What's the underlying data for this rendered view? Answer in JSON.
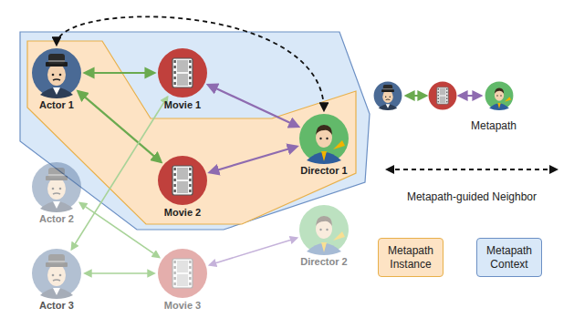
{
  "diagram": {
    "nodes": [
      {
        "text": [
          "Actor 1"
        ]
      },
      {
        "text": [
          "Movie 1"
        ]
      },
      {
        "text": [
          "Director 1"
        ]
      },
      {
        "text": [
          "Movie 2"
        ]
      },
      {
        "text": [
          "Actor 2"
        ]
      },
      {
        "text": [
          "Actor 3"
        ]
      },
      {
        "text": [
          "Movie 3"
        ]
      },
      {
        "text": [
          "Director 2"
        ]
      }
    ],
    "edges": [
      {
        "from": 0,
        "to": 1,
        "arrow": "both"
      },
      {
        "from": 0,
        "to": 3,
        "arrow": "both"
      },
      {
        "from": 1,
        "to": 2,
        "arrow": "both"
      },
      {
        "from": 3,
        "to": 2,
        "arrow": "both"
      },
      {
        "from": 0,
        "to": 2,
        "arrow": "both"
      },
      {
        "from": 5,
        "to": 1,
        "arrow": "both"
      },
      {
        "from": 4,
        "to": 6,
        "arrow": "both"
      },
      {
        "from": 5,
        "to": 6,
        "arrow": "both"
      },
      {
        "from": 6,
        "to": 7,
        "arrow": "both"
      }
    ],
    "legend": [
      {
        "text": "Metapath"
      },
      {
        "text": "Metapath-guided Neighbor"
      },
      {
        "text": "Metapath Instance",
        "color": "#fde3c4"
      },
      {
        "text": "Metapath Context",
        "color": "#d9e8f8"
      }
    ]
  }
}
